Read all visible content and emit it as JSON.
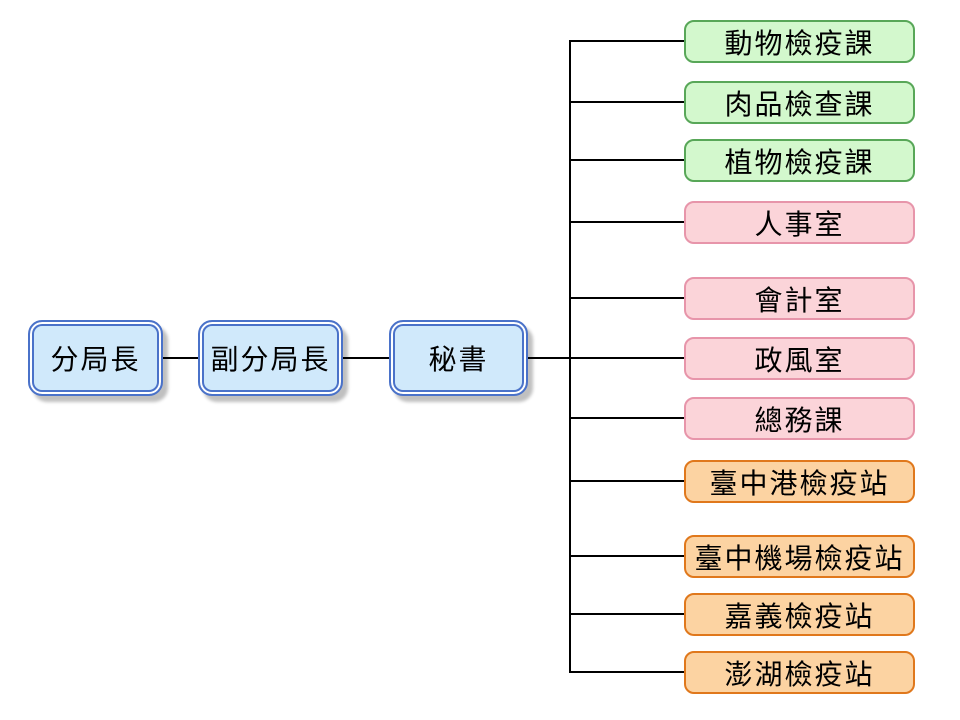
{
  "diagram": {
    "type": "org-chart",
    "leadership_chain": [
      {
        "label": "分局長"
      },
      {
        "label": "副分局長"
      },
      {
        "label": "秘書"
      }
    ],
    "units": [
      {
        "label": "動物檢疫課",
        "group": "section"
      },
      {
        "label": "肉品檢查課",
        "group": "section"
      },
      {
        "label": "植物檢疫課",
        "group": "section"
      },
      {
        "label": "人事室",
        "group": "office"
      },
      {
        "label": "會計室",
        "group": "office"
      },
      {
        "label": "政風室",
        "group": "office"
      },
      {
        "label": "總務課",
        "group": "office"
      },
      {
        "label": "臺中港檢疫站",
        "group": "station"
      },
      {
        "label": "臺中機場檢疫站",
        "group": "station"
      },
      {
        "label": "嘉義檢疫站",
        "group": "station"
      },
      {
        "label": "澎湖檢疫站",
        "group": "station"
      }
    ],
    "colors": {
      "section_fill": "#d3f8cd",
      "section_border": "#58a758",
      "office_fill": "#fbd4d9",
      "office_border": "#e795aa",
      "station_fill": "#fcd3a2",
      "station_border": "#e0781c",
      "leader_fill": "#d0e9fb",
      "leader_border": "#4a72c9",
      "connector": "#000000",
      "shadow": "#c0c0c0",
      "text": "#000000"
    }
  }
}
